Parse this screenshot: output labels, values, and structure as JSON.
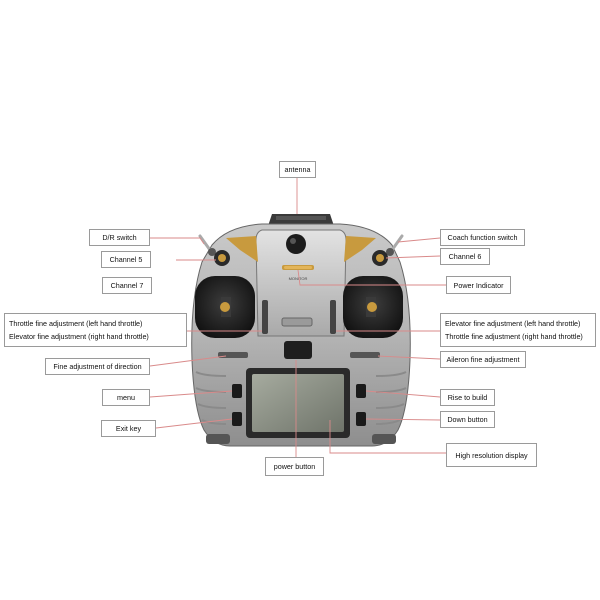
{
  "labels": {
    "antenna": "antenna",
    "dr_switch": "D/R switch",
    "channel5": "Channel 5",
    "channel7": "Channel 7",
    "throttle_left": "Throttle fine adjustment (left hand throttle)",
    "elevator_right": "Elevator fine adjustment (right hand throttle)",
    "fine_direction": "Fine adjustment of direction",
    "menu": "menu",
    "exit_key": "Exit key",
    "power_button": "power button",
    "coach_switch": "Coach function switch",
    "channel6": "Channel 6",
    "power_indicator": "Power Indicator",
    "elevator_left": "Elevator fine adjustment (left hand throttle)",
    "throttle_right": "Throttle fine adjustment (right hand throttle)",
    "aileron": "Aileron fine adjustment",
    "rise_to_build": "Rise to build",
    "down_button": "Down button",
    "hi_res_display": "High resolution display"
  },
  "device": {
    "top_plate_text": "",
    "monitor_text": "MONITOR"
  }
}
